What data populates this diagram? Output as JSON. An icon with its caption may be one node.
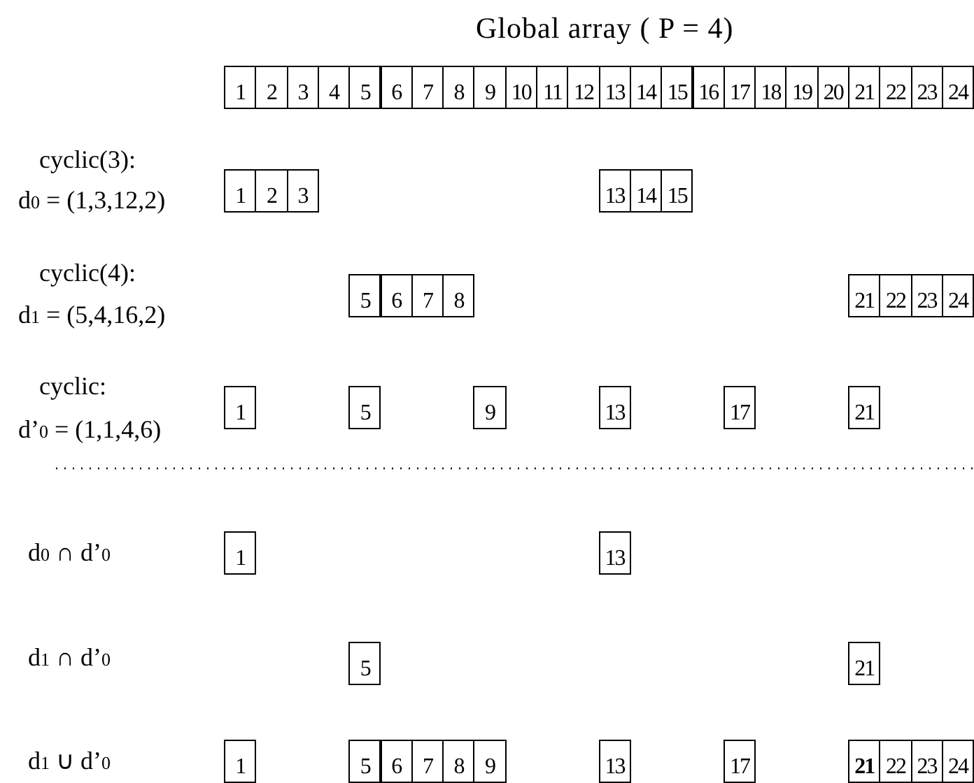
{
  "diagram": {
    "title": "Global array ( P = 4)",
    "nodes": [
      {
        "text": [
          "1"
        ]
      },
      {
        "text": [
          "2"
        ]
      },
      {
        "text": [
          "3"
        ]
      },
      {
        "text": [
          "4"
        ]
      },
      {
        "text": [
          "5"
        ]
      },
      {
        "text": [
          "6"
        ]
      },
      {
        "text": [
          "7"
        ]
      },
      {
        "text": [
          "8"
        ]
      },
      {
        "text": [
          "9"
        ]
      },
      {
        "text": [
          "10"
        ]
      },
      {
        "text": [
          "11"
        ]
      },
      {
        "text": [
          "12"
        ]
      },
      {
        "text": [
          "13"
        ]
      },
      {
        "text": [
          "14"
        ]
      },
      {
        "text": [
          "15"
        ]
      },
      {
        "text": [
          "16"
        ]
      },
      {
        "text": [
          "17"
        ]
      },
      {
        "text": [
          "18"
        ]
      },
      {
        "text": [
          "19"
        ]
      },
      {
        "text": [
          "20"
        ]
      },
      {
        "text": [
          "21"
        ]
      },
      {
        "text": [
          "22"
        ]
      },
      {
        "text": [
          "23"
        ]
      },
      {
        "text": [
          "24"
        ]
      },
      {
        "text": [
          "1"
        ]
      },
      {
        "text": [
          "2"
        ]
      },
      {
        "text": [
          "3"
        ]
      },
      {
        "text": [
          "13"
        ]
      },
      {
        "text": [
          "14"
        ]
      },
      {
        "text": [
          "15"
        ]
      },
      {
        "text": [
          "5"
        ]
      },
      {
        "text": [
          "6"
        ]
      },
      {
        "text": [
          "7"
        ]
      },
      {
        "text": [
          "8"
        ]
      },
      {
        "text": [
          "21"
        ]
      },
      {
        "text": [
          "22"
        ]
      },
      {
        "text": [
          "23"
        ]
      },
      {
        "text": [
          "24"
        ]
      },
      {
        "text": [
          "1"
        ]
      },
      {
        "text": [
          "5"
        ]
      },
      {
        "text": [
          "9"
        ]
      },
      {
        "text": [
          "13"
        ]
      },
      {
        "text": [
          "17"
        ]
      },
      {
        "text": [
          "21"
        ]
      },
      {
        "text": [
          "1"
        ]
      },
      {
        "text": [
          "13"
        ]
      },
      {
        "text": [
          "5"
        ]
      },
      {
        "text": [
          "21"
        ]
      },
      {
        "text": [
          "1"
        ]
      },
      {
        "text": [
          "5"
        ]
      },
      {
        "text": [
          "6"
        ]
      },
      {
        "text": [
          "7"
        ]
      },
      {
        "text": [
          "8"
        ]
      },
      {
        "text": [
          "9"
        ]
      },
      {
        "text": [
          "13"
        ]
      },
      {
        "text": [
          "17"
        ]
      },
      {
        "text": [
          "**21**"
        ]
      },
      {
        "text": [
          "22"
        ]
      },
      {
        "text": [
          "23"
        ]
      },
      {
        "text": [
          "24"
        ]
      }
    ],
    "labels": [
      "cyclic(3):",
      "d$_{0}$ = (1,3,12,2)",
      "cyclic(4):",
      "d$_{1}$ = (5,4,16,2)",
      "cyclic:",
      "d’$_{0}$ = (1,1,4,6)",
      "d$_{0}$ ∩ d’$_{0}$",
      "d$_{1}$ ∩ d’$_{0}$",
      "d$_{1}$ ∪ d’$_{0}$"
    ]
  }
}
